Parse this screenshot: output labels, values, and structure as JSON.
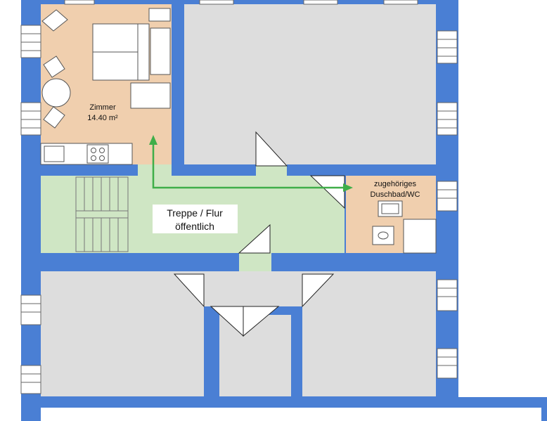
{
  "colors": {
    "wall": "#4a7fd4",
    "room_grey": "#dddddd",
    "room_private": "#f0cfae",
    "corridor": "#cfe6c4",
    "arrow": "#3fae49",
    "furniture_stroke": "#555555",
    "window_stroke": "#666666"
  },
  "rooms": {
    "zimmer": {
      "name": "Zimmer",
      "area": "14.40 m²"
    },
    "bad": {
      "line1": "zugehöriges",
      "line2": "Duschbad/WC"
    },
    "flur": {
      "line1": "Treppe / Flur",
      "line2": "öffentlich"
    }
  },
  "icons": {
    "route": "arrow-route-icon",
    "stove": "stove-icon",
    "stairs": "staircase-icon"
  }
}
